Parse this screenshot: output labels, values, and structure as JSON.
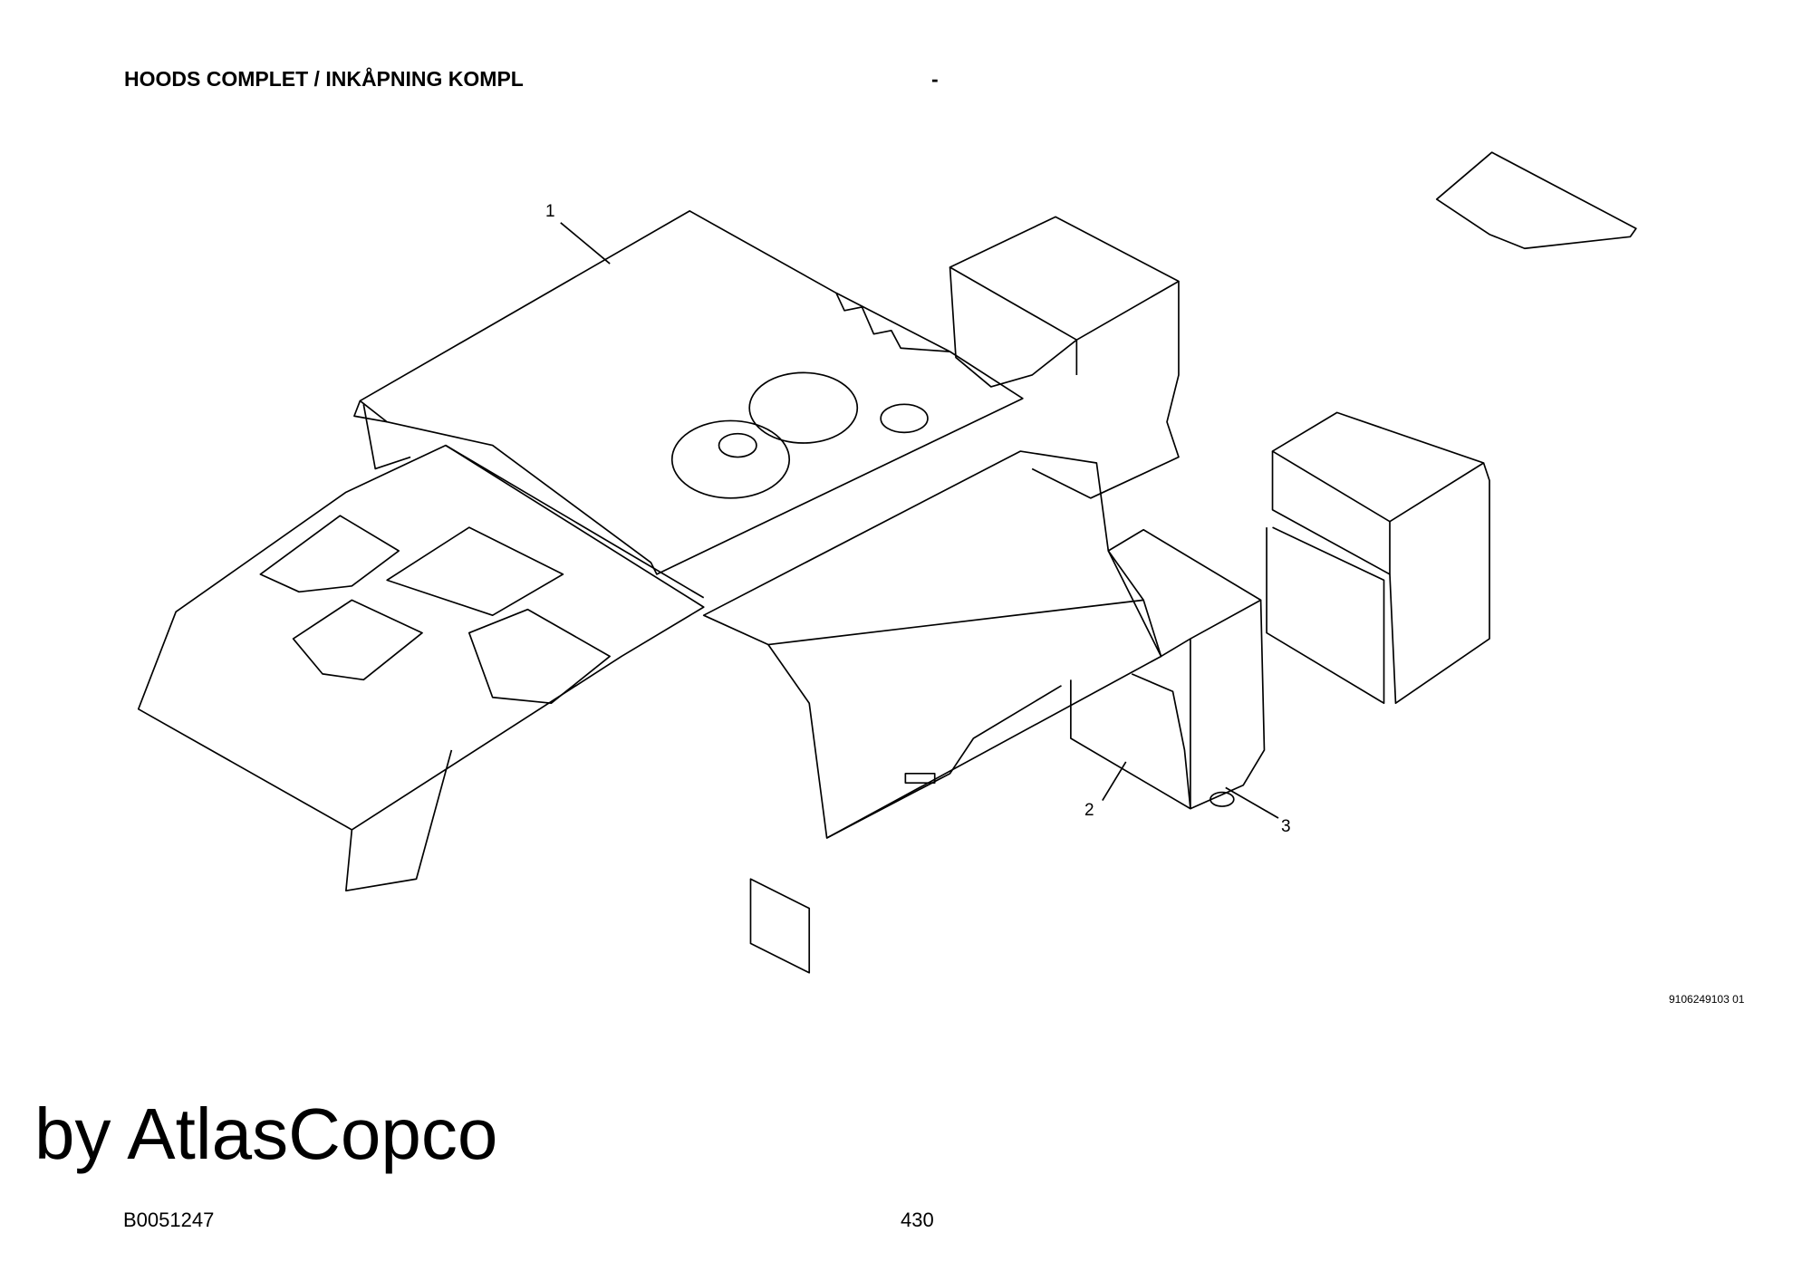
{
  "header": {
    "title": "HOODS COMPLET / INKÅPNING KOMPL",
    "dash": "-"
  },
  "callouts": [
    "1",
    "2",
    "3"
  ],
  "drawing_number": "9106249103 01",
  "footer": {
    "document_code": "B0051247",
    "page_number": "430",
    "watermark": "by AtlasCopco"
  }
}
